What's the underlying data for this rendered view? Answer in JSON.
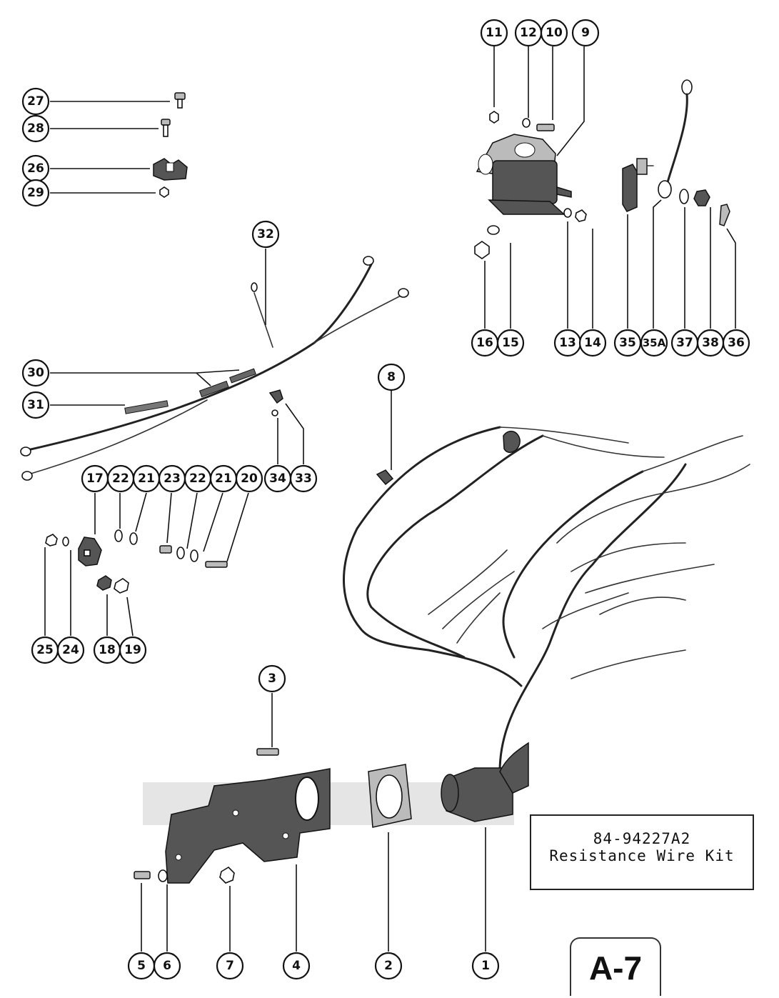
{
  "kit": {
    "number": "84-94227A2",
    "name": "Resistance Wire Kit"
  },
  "page_label": "A-7",
  "callouts": [
    {
      "label": "11"
    },
    {
      "label": "12"
    },
    {
      "label": "10"
    },
    {
      "label": "9"
    },
    {
      "label": "27"
    },
    {
      "label": "28"
    },
    {
      "label": "26"
    },
    {
      "label": "29"
    },
    {
      "label": "32"
    },
    {
      "label": "30"
    },
    {
      "label": "31"
    },
    {
      "label": "16"
    },
    {
      "label": "15"
    },
    {
      "label": "13"
    },
    {
      "label": "14"
    },
    {
      "label": "35"
    },
    {
      "label": "35A"
    },
    {
      "label": "37"
    },
    {
      "label": "38"
    },
    {
      "label": "36"
    },
    {
      "label": "8"
    },
    {
      "label": "17"
    },
    {
      "label": "22"
    },
    {
      "label": "21"
    },
    {
      "label": "23"
    },
    {
      "label": "22"
    },
    {
      "label": "21"
    },
    {
      "label": "20"
    },
    {
      "label": "34"
    },
    {
      "label": "33"
    },
    {
      "label": "25"
    },
    {
      "label": "24"
    },
    {
      "label": "18"
    },
    {
      "label": "19"
    },
    {
      "label": "3"
    },
    {
      "label": "5"
    },
    {
      "label": "6"
    },
    {
      "label": "7"
    },
    {
      "label": "4"
    },
    {
      "label": "2"
    },
    {
      "label": "1"
    }
  ]
}
